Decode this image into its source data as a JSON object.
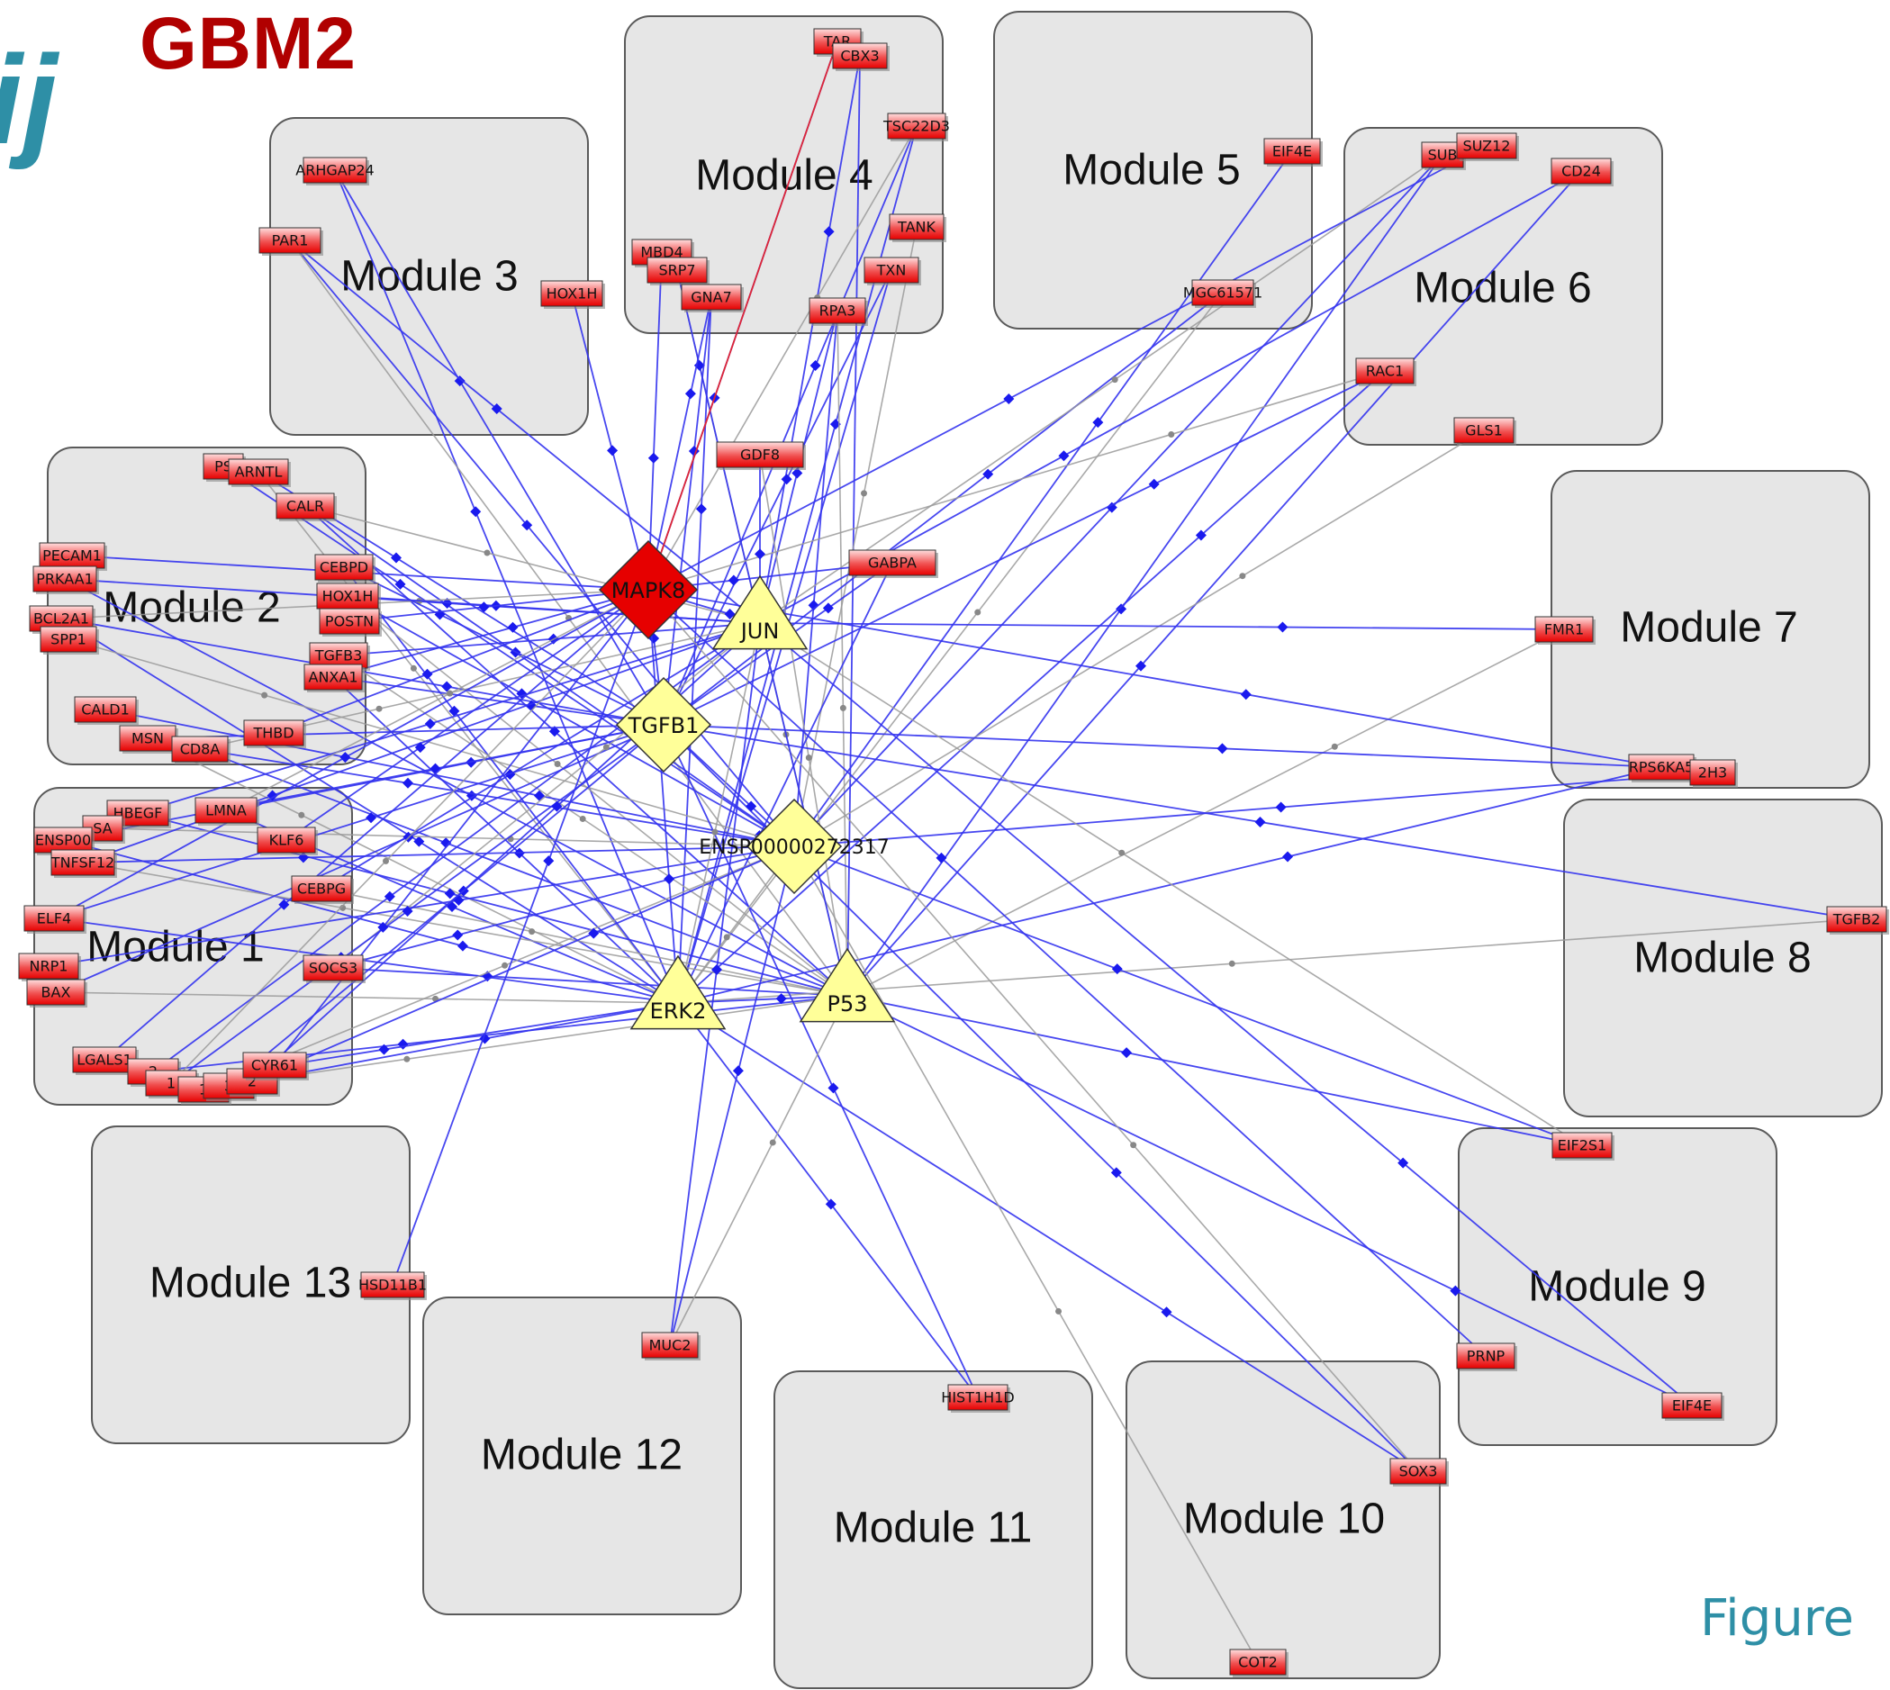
{
  "header": {
    "title": "GBM2",
    "corner_glyph": "ij",
    "figure_label": "Figure"
  },
  "colors": {
    "module_fill": "#e6e6e6",
    "gene_red": "#e60000",
    "hub_yellow": "#ffff99",
    "mapk8": "#e60000",
    "edge_blue": "#3333ee",
    "edge_gray": "#9a9a9a",
    "edge_red": "#ee2222",
    "title_red": "#b00000",
    "accent_teal": "#2e8fa6"
  },
  "modules": [
    {
      "id": "m1",
      "label": "Module 1"
    },
    {
      "id": "m2",
      "label": "Module 2"
    },
    {
      "id": "m3",
      "label": "Module 3"
    },
    {
      "id": "m4",
      "label": "Module 4"
    },
    {
      "id": "m5",
      "label": "Module 5"
    },
    {
      "id": "m6",
      "label": "Module 6"
    },
    {
      "id": "m7",
      "label": "Module 7"
    },
    {
      "id": "m8",
      "label": "Module 8"
    },
    {
      "id": "m9",
      "label": "Module 9"
    },
    {
      "id": "m10",
      "label": "Module 10"
    },
    {
      "id": "m11",
      "label": "Module 11"
    },
    {
      "id": "m12",
      "label": "Module 12"
    },
    {
      "id": "m13",
      "label": "Module 13"
    }
  ],
  "hubs": [
    {
      "id": "MAPK8",
      "label": "MAPK8",
      "shape": "diamond",
      "color": "#e60000"
    },
    {
      "id": "JUN",
      "label": "JUN",
      "shape": "triangle",
      "color": "#ffff99"
    },
    {
      "id": "TGFB1",
      "label": "TGFB1",
      "shape": "diamond",
      "color": "#ffff99"
    },
    {
      "id": "ENSP",
      "label": "ENSP00000272317",
      "shape": "diamond",
      "color": "#ffff99"
    },
    {
      "id": "ERK2",
      "label": "ERK2",
      "shape": "triangle",
      "color": "#ffff99"
    },
    {
      "id": "P53",
      "label": "P53",
      "shape": "triangle",
      "color": "#ffff99"
    }
  ],
  "genes": [
    {
      "id": "TARS",
      "label": "TAR"
    },
    {
      "id": "CBX3",
      "label": "CBX3"
    },
    {
      "id": "TSC22D3",
      "label": "TSC22D3"
    },
    {
      "id": "TANK",
      "label": "TANK"
    },
    {
      "id": "TXN",
      "label": "TXN"
    },
    {
      "id": "RPA3",
      "label": "RPA3"
    },
    {
      "id": "MBD4",
      "label": "MBD4"
    },
    {
      "id": "M4B",
      "label": "SRP7"
    },
    {
      "id": "M4C",
      "label": "GNA7"
    },
    {
      "id": "EIF4E_5",
      "label": "EIF4E"
    },
    {
      "id": "MGC61571",
      "label": "MGC61571"
    },
    {
      "id": "SUB",
      "label": "SUB"
    },
    {
      "id": "SUZ12",
      "label": "SUZ12"
    },
    {
      "id": "CD24",
      "label": "CD24"
    },
    {
      "id": "RAC1",
      "label": "RAC1"
    },
    {
      "id": "GLS1",
      "label": "GLS1"
    },
    {
      "id": "ARHGAP24",
      "label": "ARHGAP24"
    },
    {
      "id": "PAR1",
      "label": "PAR1"
    },
    {
      "id": "HOX1H",
      "label": "HOX1H"
    },
    {
      "id": "GDF8",
      "label": "GDF8"
    },
    {
      "id": "GABPA",
      "label": "GABPA"
    },
    {
      "id": "PSX",
      "label": "PS"
    },
    {
      "id": "ARNTL",
      "label": "ARNTL"
    },
    {
      "id": "CALR",
      "label": "CALR"
    },
    {
      "id": "PECAM1",
      "label": "PECAM1"
    },
    {
      "id": "PRKAA",
      "label": "PRKAA1"
    },
    {
      "id": "BCL2A1",
      "label": "BCL2A1"
    },
    {
      "id": "SPX",
      "label": "SPP1"
    },
    {
      "id": "CEBPD",
      "label": "CEBPD"
    },
    {
      "id": "HOX1H_2",
      "label": "HOX1H"
    },
    {
      "id": "POSTN",
      "label": "POSTN"
    },
    {
      "id": "TGFB3",
      "label": "TGFB3"
    },
    {
      "id": "ANXA1",
      "label": "ANXA1"
    },
    {
      "id": "CALD1",
      "label": "CALD1"
    },
    {
      "id": "MSN",
      "label": "MSN"
    },
    {
      "id": "CD8A",
      "label": "CD8A"
    },
    {
      "id": "THBD",
      "label": "THBD"
    },
    {
      "id": "HBEGF",
      "label": "HBEGF"
    },
    {
      "id": "LMNA",
      "label": "LMNA"
    },
    {
      "id": "SA",
      "label": "SA"
    },
    {
      "id": "ENSP00",
      "label": "ENSP00"
    },
    {
      "id": "TNFSF12",
      "label": "TNFSF12"
    },
    {
      "id": "KLF6",
      "label": "KLF6"
    },
    {
      "id": "CEBPG",
      "label": "CEBPG"
    },
    {
      "id": "ELF4",
      "label": "ELF4"
    },
    {
      "id": "NRP1",
      "label": "NRP1"
    },
    {
      "id": "M1X",
      "label": "BAX"
    },
    {
      "id": "SOCS3",
      "label": "SOCS3"
    },
    {
      "id": "LGALS1",
      "label": "LGALS1"
    },
    {
      "id": "M1A",
      "label": "2"
    },
    {
      "id": "M1B",
      "label": "1"
    },
    {
      "id": "M1C",
      "label": "1"
    },
    {
      "id": "M1D",
      "label": "3"
    },
    {
      "id": "M1E",
      "label": "2"
    },
    {
      "id": "CYR61",
      "label": "CYR61"
    },
    {
      "id": "FMR1",
      "label": "FMR1"
    },
    {
      "id": "RPS6KA5",
      "label": "RPS6KA5"
    },
    {
      "id": "H2H3",
      "label": "2H3"
    },
    {
      "id": "TGFB2",
      "label": "TGFB2"
    },
    {
      "id": "EIF2S1",
      "label": "EIF2S1"
    },
    {
      "id": "PRNP",
      "label": "PRNP"
    },
    {
      "id": "EIF4E_9",
      "label": "EIF4E"
    },
    {
      "id": "SOX3",
      "label": "SOX3"
    },
    {
      "id": "COT2",
      "label": "COT2"
    },
    {
      "id": "HIST1H1D",
      "label": "HIST1H1D"
    },
    {
      "id": "MUC2",
      "label": "MUC2"
    },
    {
      "id": "HSD11B1",
      "label": "HSD11B1"
    }
  ]
}
